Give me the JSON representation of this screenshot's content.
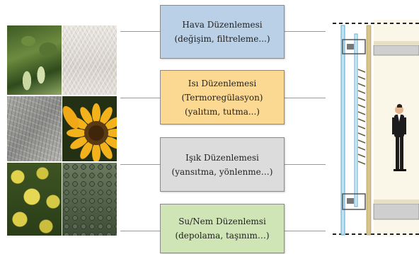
{
  "boxes": [
    {
      "title": "Hava Düzenlemesi",
      "detail": "(değişim, filtreleme...)",
      "color": "#b9d0e7"
    },
    {
      "title": "Isı Düzenlemesi",
      "subtitle": "(Termoregülasyon)",
      "detail": "(yalıtım, tutma...)",
      "color": "#fcd992"
    },
    {
      "title": "Işık Düzenlemesi",
      "detail": "(yansıtma, yönlenme…)",
      "color": "#dcdcdc"
    },
    {
      "title": "Su/Nem Düzenlemsi",
      "detail": "(depolama, taşınım…)",
      "color": "#cfe5b5"
    }
  ],
  "photos": [
    "leaves-photo",
    "wool-photo",
    "elephant-skin-photo",
    "sunflower-photo",
    "thistle-photo",
    "crocodile-scales-photo"
  ],
  "illustration": "facade-section-with-person"
}
